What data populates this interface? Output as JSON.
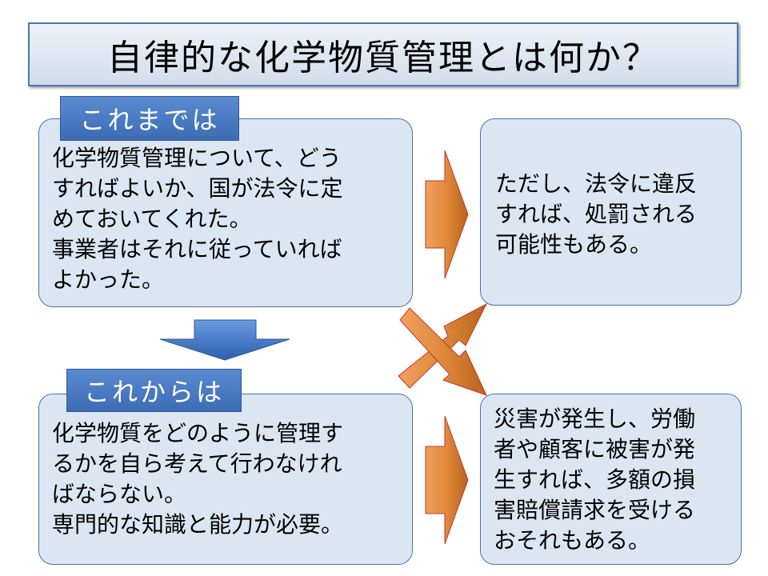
{
  "title": "自律的な化学物質管理とは何か？",
  "before": {
    "label": "これまでは",
    "lines": [
      "化学物質管理について、どう",
      "すればよいか、国が法令に定",
      "めておいてくれた。",
      "事業者はそれに従っていれば",
      "よかった。"
    ]
  },
  "after": {
    "label": "これからは",
    "lines": [
      "化学物質をどのように管理す",
      "るかを自ら考えて行わなけれ",
      "ばならない。",
      "専門的な知識と能力が必要。"
    ]
  },
  "result_before": {
    "lines": [
      "ただし、法令に違反",
      "すれば、処罰される",
      "可能性もある。"
    ]
  },
  "result_after": {
    "lines": [
      "災害が発生し、労働",
      "者や顧客に被害が発",
      "生すれば、多額の損",
      "害賠償請求を受ける",
      "おそれもある。"
    ]
  },
  "colors": {
    "box_fill": "#dce6f2",
    "label_blue": "#4a7cc4",
    "arrow_orange": "#e0893a"
  }
}
